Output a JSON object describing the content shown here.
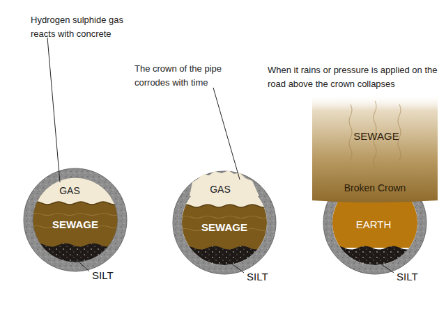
{
  "diagram": {
    "nodes": [
      {
        "text": [
          "GAS"
        ]
      },
      {
        "text": [
          "SEWAGE"
        ]
      },
      {
        "text": [
          "GAS"
        ]
      },
      {
        "text": [
          "SEWAGE"
        ]
      },
      {
        "text": [
          "SEWAGE"
        ]
      },
      {
        "text": [
          "EARTH"
        ]
      }
    ],
    "labels": [
      "Hydrogen sulphide gas reacts with concrete",
      "The crown of the pipe corrodes with time",
      "When it rains or pressure is applied on the road above the crown collapses",
      "SILT",
      "SILT",
      "SILT",
      "Broken Crown"
    ]
  }
}
